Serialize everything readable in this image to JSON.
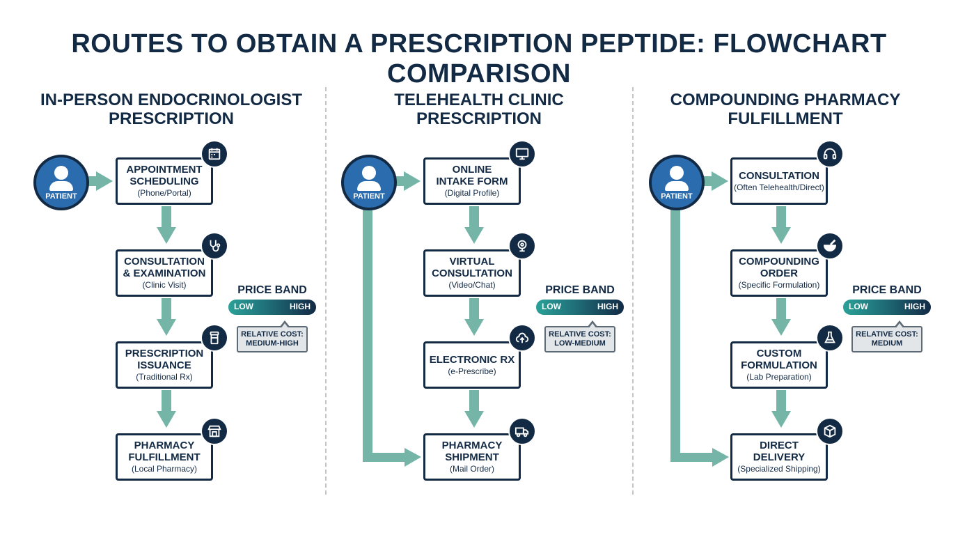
{
  "title": "ROUTES TO OBTAIN A PRESCRIPTION PEPTIDE: FLOWCHART COMPARISON",
  "patient_label": "PATIENT",
  "colors": {
    "navy": "#132a45",
    "arrow": "#74b5a8",
    "patient_blue": "#2b6cae",
    "teal": "#2aa198",
    "cost_box": "#e3e6e9"
  },
  "columns": [
    {
      "title_line1": "IN-PERSON ENDOCRINOLOGIST",
      "title_line2": "PRESCRIPTION",
      "steps": [
        {
          "title1": "APPOINTMENT",
          "title2": "SCHEDULING",
          "sub": "(Phone/Portal)",
          "icon": "calendar-phone-icon"
        },
        {
          "title1": "CONSULTATION",
          "title2": "& EXAMINATION",
          "sub": "(Clinic Visit)",
          "icon": "stethoscope-icon"
        },
        {
          "title1": "PRESCRIPTION",
          "title2": "ISSUANCE",
          "sub": "(Traditional Rx)",
          "icon": "pill-bottle-icon"
        },
        {
          "title1": "PHARMACY",
          "title2": "FULFILLMENT",
          "sub": "(Local Pharmacy)",
          "icon": "storefront-icon"
        }
      ],
      "price": {
        "title": "PRICE BAND",
        "low": "LOW",
        "high": "HIGH",
        "cost_line1": "RELATIVE COST:",
        "cost_line2": "MEDIUM-HIGH"
      }
    },
    {
      "title_line1": "TELEHEALTH CLINIC",
      "title_line2": "PRESCRIPTION",
      "steps": [
        {
          "title1": "ONLINE",
          "title2": "INTAKE FORM",
          "sub": "(Digital Profile)",
          "icon": "computer-monitor-icon"
        },
        {
          "title1": "VIRTUAL",
          "title2": "CONSULTATION",
          "sub": "(Video/Chat)",
          "icon": "webcam-icon"
        },
        {
          "title1": "ELECTRONIC RX",
          "title2": "",
          "sub": "(e-Prescribe)",
          "icon": "cloud-upload-icon"
        },
        {
          "title1": "PHARMACY",
          "title2": "SHIPMENT",
          "sub": "(Mail Order)",
          "icon": "delivery-truck-icon"
        }
      ],
      "price": {
        "title": "PRICE BAND",
        "low": "LOW",
        "high": "HIGH",
        "cost_line1": "RELATIVE COST:",
        "cost_line2": "LOW-MEDIUM"
      }
    },
    {
      "title_line1": "COMPOUNDING PHARMACY",
      "title_line2": "FULFILLMENT",
      "steps": [
        {
          "title1": "CONSULTATION",
          "title2": "",
          "sub": "(Often Telehealth/Direct)",
          "icon": "headset-icon"
        },
        {
          "title1": "COMPOUNDING",
          "title2": "ORDER",
          "sub": "(Specific Formulation)",
          "icon": "mortar-pestle-icon"
        },
        {
          "title1": "CUSTOM",
          "title2": "FORMULATION",
          "sub": "(Lab Preparation)",
          "icon": "lab-flask-icon"
        },
        {
          "title1": "DIRECT",
          "title2": "DELIVERY",
          "sub": "(Specialized Shipping)",
          "icon": "package-box-icon"
        }
      ],
      "price": {
        "title": "PRICE BAND",
        "low": "LOW",
        "high": "HIGH",
        "cost_line1": "RELATIVE COST:",
        "cost_line2": "MEDIUM"
      }
    }
  ]
}
